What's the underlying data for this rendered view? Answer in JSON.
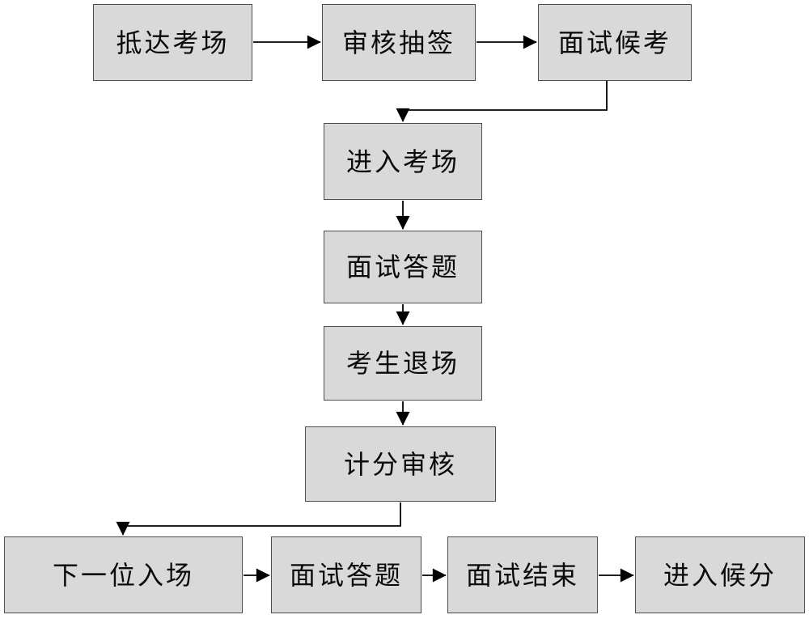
{
  "diagram": {
    "type": "flowchart",
    "nodes": [
      {
        "id": "arrive",
        "label": "抵达考场"
      },
      {
        "id": "review-draw",
        "label": "审核抽签"
      },
      {
        "id": "interview-wait",
        "label": "面试候考"
      },
      {
        "id": "enter-room",
        "label": "进入考场"
      },
      {
        "id": "interview-answer",
        "label": "面试答题"
      },
      {
        "id": "candidate-exit",
        "label": "考生退场"
      },
      {
        "id": "score-review",
        "label": "计分审核"
      },
      {
        "id": "next-candidate",
        "label": "下一位入场"
      },
      {
        "id": "interview-answer-2",
        "label": "面试答题"
      },
      {
        "id": "interview-end",
        "label": "面试结束"
      },
      {
        "id": "await-score",
        "label": "进入候分"
      }
    ],
    "edges": [
      {
        "from": "arrive",
        "to": "review-draw"
      },
      {
        "from": "review-draw",
        "to": "interview-wait"
      },
      {
        "from": "interview-wait",
        "to": "enter-room"
      },
      {
        "from": "enter-room",
        "to": "interview-answer"
      },
      {
        "from": "interview-answer",
        "to": "candidate-exit"
      },
      {
        "from": "candidate-exit",
        "to": "score-review"
      },
      {
        "from": "score-review",
        "to": "next-candidate"
      },
      {
        "from": "next-candidate",
        "to": "interview-answer-2"
      },
      {
        "from": "interview-answer-2",
        "to": "interview-end"
      },
      {
        "from": "interview-end",
        "to": "await-score"
      }
    ],
    "colors": {
      "background": "#ffffff",
      "box_fill": "#d9d9d9",
      "box_border": "#4d4d4d",
      "arrow": "#000000",
      "text": "#0a0a0a"
    }
  }
}
